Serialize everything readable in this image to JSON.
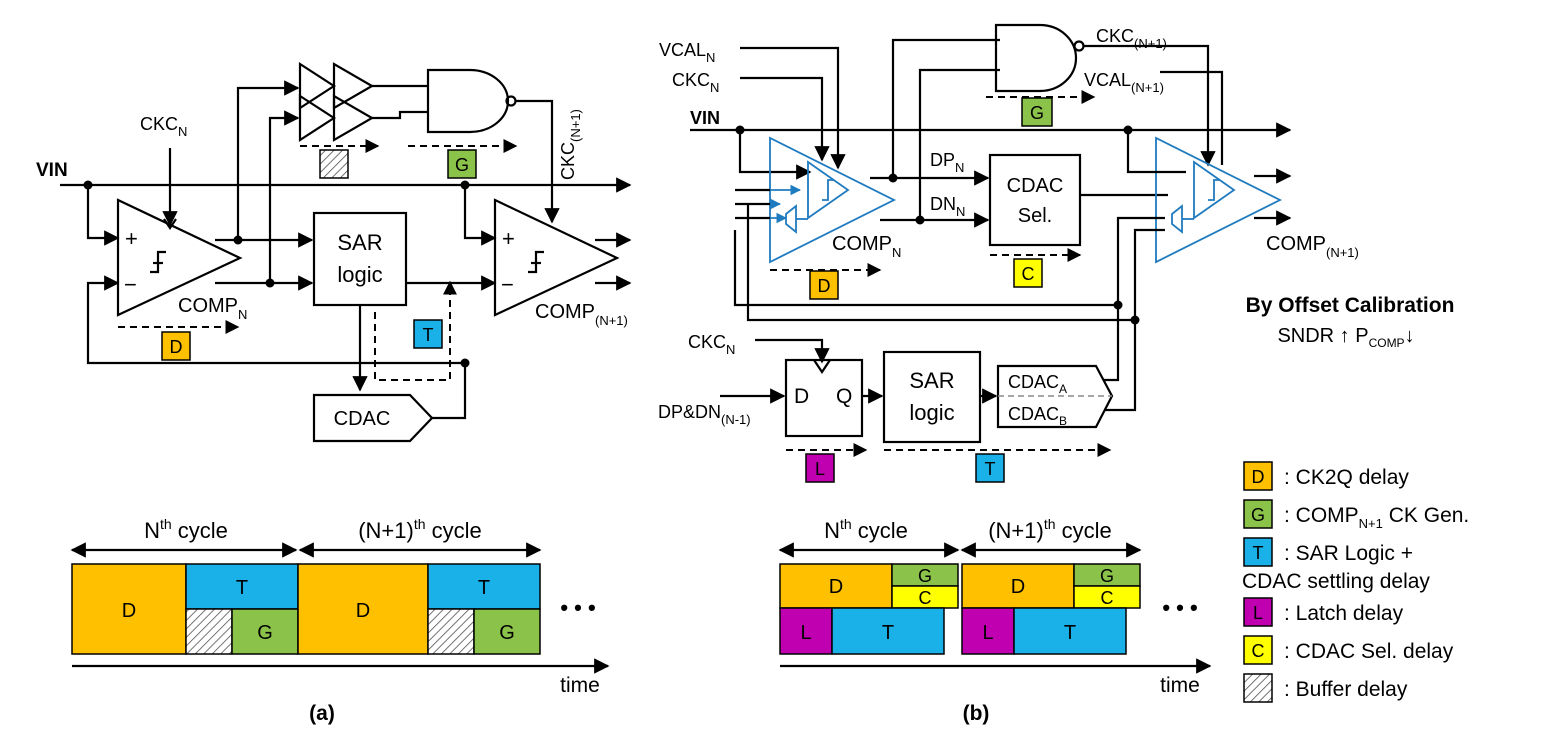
{
  "colors": {
    "D": "#ffc000",
    "G": "#8bc34a",
    "T": "#1ab0e8",
    "L": "#c000b0",
    "C": "#ffff00",
    "comparator_blue": "#1f7bbf"
  },
  "panel_a": {
    "caption": "(a)",
    "labels": {
      "vin": "VIN",
      "ckc_n": "CKC",
      "ckc_n_sub": "N",
      "ckc_next": "CKC",
      "ckc_next_sub": "(N+1)",
      "comp_n": "COMP",
      "comp_n_sub": "N",
      "comp_next": "COMP",
      "comp_next_sub": "(N+1)",
      "sar_line1": "SAR",
      "sar_line2": "logic",
      "cdac": "CDAC",
      "plus": "+",
      "minus": "−",
      "tag_d": "D",
      "tag_g": "G",
      "tag_t": "T"
    },
    "timing": {
      "cycle1_label": "N",
      "cycle1_sup": "th",
      "cycle1_suffix": " cycle",
      "cycle2_label": "(N+1)",
      "cycle2_sup": "th",
      "cycle2_suffix": " cycle",
      "block_d": "D",
      "block_t": "T",
      "block_g": "G",
      "ellipsis": "• • •",
      "time": "time"
    }
  },
  "panel_b": {
    "caption": "(b)",
    "labels": {
      "vcal_n": "VCAL",
      "vcal_n_sub": "N",
      "ckc_n": "CKC",
      "ckc_n_sub": "N",
      "vin": "VIN",
      "ckc_next": "CKC",
      "ckc_next_sub": "(N+1)",
      "vcal_next": "VCAL",
      "vcal_next_sub": "(N+1)",
      "dp_n": "DP",
      "dp_n_sub": "N",
      "dn_n": "DN",
      "dn_n_sub": "N",
      "cdac_sel_line1": "CDAC",
      "cdac_sel_line2": "Sel.",
      "comp_n": "COMP",
      "comp_n_sub": "N",
      "comp_next": "COMP",
      "comp_next_sub": "(N+1)",
      "ckc_n2": "CKC",
      "ckc_n2_sub": "N",
      "dff_d": "D",
      "dff_q": "Q",
      "dpdn": "DP&DN",
      "dpdn_sub": "(N-1)",
      "sar_line1": "SAR",
      "sar_line2": "logic",
      "cdac_a": "CDAC",
      "cdac_a_sub": "A",
      "cdac_b": "CDAC",
      "cdac_b_sub": "B",
      "tag_g": "G",
      "tag_d": "D",
      "tag_c": "C",
      "tag_l": "L",
      "tag_t": "T",
      "calib_title": "By Offset Calibration",
      "calib_sndr": "SNDR ↑ P",
      "calib_sub": "COMP",
      "calib_arrow": "↓"
    },
    "timing": {
      "cycle1_label": "N",
      "cycle1_sup": "th",
      "cycle1_suffix": " cycle",
      "cycle2_label": "(N+1)",
      "cycle2_sup": "th",
      "cycle2_suffix": " cycle",
      "block_d": "D",
      "block_g": "G",
      "block_c": "C",
      "block_l": "L",
      "block_t": "T",
      "ellipsis": "• • •",
      "time": "time"
    }
  },
  "legend": [
    {
      "tag": "D",
      "text": ": CK2Q delay"
    },
    {
      "tag": "G",
      "text": ": COMP",
      "sub": "N+1",
      "text2": " CK Gen."
    },
    {
      "tag": "T",
      "text": ": SAR Logic +",
      "line2": "CDAC settling delay"
    },
    {
      "tag": "L",
      "text": ": Latch delay"
    },
    {
      "tag": "C",
      "text": ": CDAC Sel. delay"
    },
    {
      "tag": "",
      "text": ": Buffer delay"
    }
  ]
}
